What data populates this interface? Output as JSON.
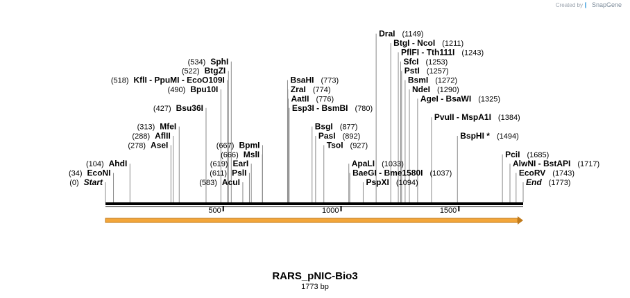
{
  "credit": {
    "prefix": "Created by",
    "brand": "SnapGene"
  },
  "map": {
    "name": "RARS_pNIC-Bio3",
    "length_label": "1773 bp",
    "start_label": "Start",
    "end_label": "End",
    "ticks": [
      "500",
      "1000",
      "1500"
    ],
    "sites": [
      {
        "pos": "(0)",
        "name": "Start",
        "italic": true,
        "bp": 0,
        "row": 0
      },
      {
        "pos": "(34)",
        "name": "EcoNI",
        "bp": 34,
        "row": 1
      },
      {
        "pos": "(104)",
        "name": "AhdI",
        "bp": 104,
        "row": 2
      },
      {
        "pos": "(278)",
        "name": "AseI",
        "bp": 278,
        "row": 4
      },
      {
        "pos": "(288)",
        "name": "AflII",
        "bp": 288,
        "row": 5
      },
      {
        "pos": "(313)",
        "name": "MfeI",
        "bp": 313,
        "row": 6
      },
      {
        "pos": "(427)",
        "name": "Bsu36I",
        "bp": 427,
        "row": 8
      },
      {
        "pos": "(490)",
        "name": "Bpu10I",
        "bp": 490,
        "row": 10
      },
      {
        "pos": "(518)",
        "name": "KflI  -  PpuMI  -  EcoO109I",
        "bp": 518,
        "row": 11
      },
      {
        "pos": "(522)",
        "name": "BtgZI",
        "bp": 522,
        "row": 12
      },
      {
        "pos": "(534)",
        "name": "SphI",
        "bp": 534,
        "row": 13
      },
      {
        "pos": "(583)",
        "name": "AcuI",
        "bp": 583,
        "row": 0
      },
      {
        "pos": "(611)",
        "name": "PslI",
        "bp": 611,
        "row": 1
      },
      {
        "pos": "(619)",
        "name": "EarI",
        "bp": 619,
        "row": 2
      },
      {
        "pos": "(666)",
        "name": "MslI",
        "bp": 666,
        "row": 3
      },
      {
        "pos": "(667)",
        "name": "BpmI",
        "bp": 667,
        "row": 4
      },
      {
        "name": "BsaHI",
        "pos": "(773)",
        "bp": 773,
        "row": 11,
        "after": true
      },
      {
        "name": "ZraI",
        "pos": "(774)",
        "bp": 774,
        "row": 10,
        "after": true
      },
      {
        "name": "AatII",
        "pos": "(776)",
        "bp": 776,
        "row": 9,
        "after": true
      },
      {
        "name": "Esp3I  -  BsmBI",
        "pos": "(780)",
        "bp": 780,
        "row": 8,
        "after": true
      },
      {
        "name": "BsgI",
        "pos": "(877)",
        "bp": 877,
        "row": 6,
        "after": true
      },
      {
        "name": "PasI",
        "pos": "(892)",
        "bp": 892,
        "row": 5,
        "after": true
      },
      {
        "name": "TsoI",
        "pos": "(927)",
        "bp": 927,
        "row": 4,
        "after": true
      },
      {
        "name": "ApaLI",
        "pos": "(1033)",
        "bp": 1033,
        "row": 2,
        "after": true
      },
      {
        "name": "BaeGI  -  Bme1580I",
        "pos": "(1037)",
        "bp": 1037,
        "row": 1,
        "after": true
      },
      {
        "name": "PspXI",
        "pos": "(1094)",
        "bp": 1094,
        "row": 0,
        "after": true
      },
      {
        "name": "DraI",
        "pos": "(1149)",
        "bp": 1149,
        "row": 16,
        "after": true
      },
      {
        "name": "BtgI  -  NcoI",
        "pos": "(1211)",
        "bp": 1211,
        "row": 15,
        "after": true
      },
      {
        "name": "PflFI  -  Tth111I",
        "pos": "(1243)",
        "bp": 1243,
        "row": 14,
        "after": true
      },
      {
        "name": "SfcI",
        "pos": "(1253)",
        "bp": 1253,
        "row": 13,
        "after": true
      },
      {
        "name": "PstI",
        "pos": "(1257)",
        "bp": 1257,
        "row": 12,
        "after": true
      },
      {
        "name": "BsmI",
        "pos": "(1272)",
        "bp": 1272,
        "row": 11,
        "after": true
      },
      {
        "name": "NdeI",
        "pos": "(1290)",
        "bp": 1290,
        "row": 10,
        "after": true
      },
      {
        "name": "AgeI  -  BsaWI",
        "pos": "(1325)",
        "bp": 1325,
        "row": 9,
        "after": true
      },
      {
        "name": "PvuII  -  MspA1I",
        "pos": "(1384)",
        "bp": 1384,
        "row": 7,
        "after": true
      },
      {
        "name": "BspHI *",
        "pos": "(1494)",
        "bp": 1494,
        "row": 5,
        "after": true
      },
      {
        "name": "PciI",
        "pos": "(1685)",
        "bp": 1685,
        "row": 3,
        "after": true
      },
      {
        "name": "AlwNI  -  BstAPI",
        "pos": "(1717)",
        "bp": 1717,
        "row": 2,
        "after": true
      },
      {
        "name": "EcoRV",
        "pos": "(1743)",
        "bp": 1743,
        "row": 1,
        "after": true
      },
      {
        "name": "End",
        "pos": "(1773)",
        "bp": 1773,
        "row": 0,
        "after": true,
        "italic": true
      }
    ]
  },
  "colors": {
    "feature_fill": "#f3a63a",
    "feature_stroke": "#c07a1b",
    "line": "#777777"
  }
}
